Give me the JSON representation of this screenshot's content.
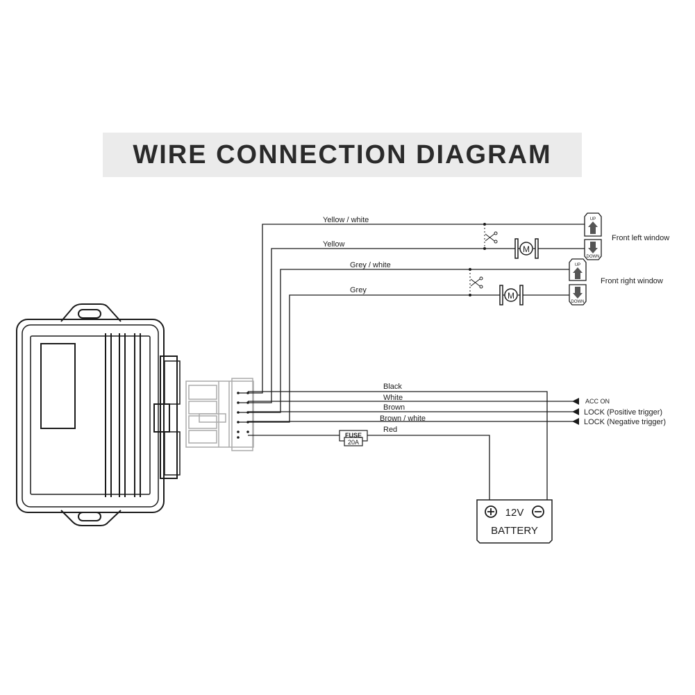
{
  "title": "WIRE CONNECTION DIAGRAM",
  "wires": {
    "yellow_white": "Yellow / white",
    "yellow": "Yellow",
    "grey_white": "Grey / white",
    "grey": "Grey",
    "black": "Black",
    "white": "White",
    "brown": "Brown",
    "brown_white": "Brown / white",
    "red": "Red"
  },
  "windows": {
    "front_left": "Front left window",
    "front_right": "Front right window",
    "up": "UP",
    "down": "DOWN",
    "motor": "M"
  },
  "inputs": {
    "acc_on": "ACC  ON",
    "lock_positive": "LOCK (Positive trigger)",
    "lock_negative": "LOCK (Negative trigger)"
  },
  "fuse": {
    "label": "FUSE",
    "rating": "20A"
  },
  "battery": {
    "voltage": "12V",
    "label": "BATTERY",
    "plus": "+",
    "minus": "−"
  }
}
